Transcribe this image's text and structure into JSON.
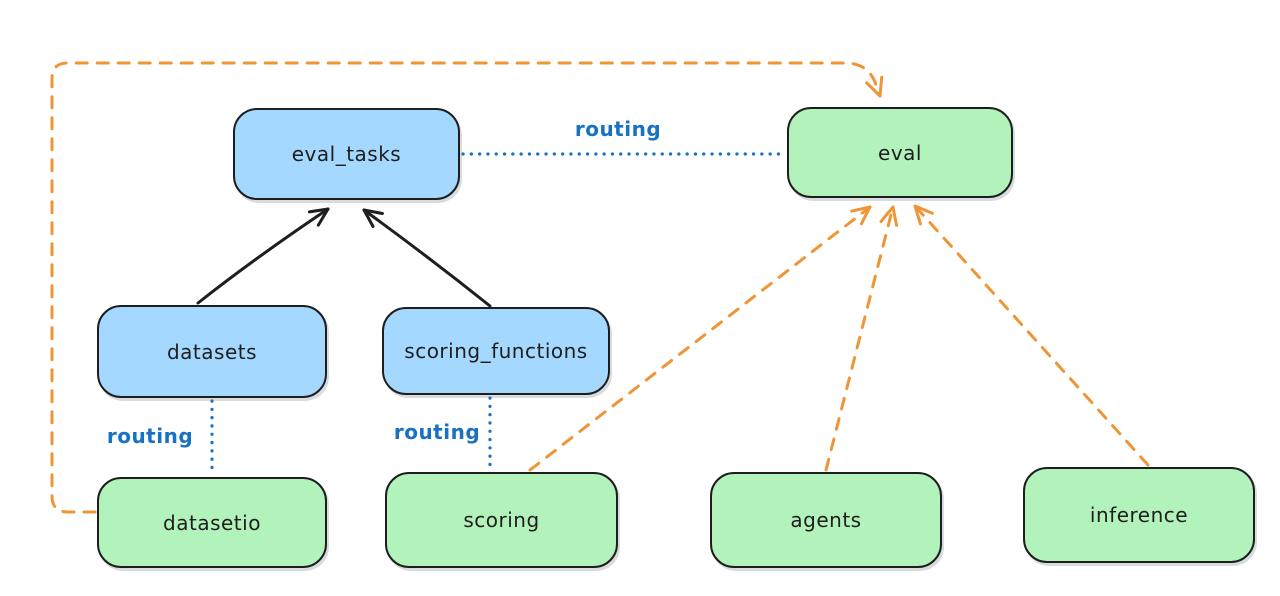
{
  "diagram": {
    "background_color": "#ffffff",
    "colors": {
      "blue_node_fill": "#a5d8ff",
      "green_node_fill": "#b2f2bb",
      "node_stroke": "#1e1e1e",
      "solid_edge": "#1e1e1e",
      "dashed_edge_orange": "#ef9537",
      "dotted_edge_blue": "#1971c2"
    },
    "nodes": [
      {
        "id": "eval_tasks",
        "label": "eval_tasks",
        "fill": "blue"
      },
      {
        "id": "eval",
        "label": "eval",
        "fill": "green"
      },
      {
        "id": "datasets",
        "label": "datasets",
        "fill": "blue"
      },
      {
        "id": "scoring_functions",
        "label": "scoring_functions",
        "fill": "blue"
      },
      {
        "id": "datasetio",
        "label": "datasetio",
        "fill": "green"
      },
      {
        "id": "scoring",
        "label": "scoring",
        "fill": "green"
      },
      {
        "id": "agents",
        "label": "agents",
        "fill": "green"
      },
      {
        "id": "inference",
        "label": "inference",
        "fill": "green"
      }
    ],
    "edges": [
      {
        "from": "datasets",
        "to": "eval_tasks",
        "style": "solid-arrow",
        "color": "black",
        "label": ""
      },
      {
        "from": "scoring_functions",
        "to": "eval_tasks",
        "style": "solid-arrow",
        "color": "black",
        "label": ""
      },
      {
        "from": "eval_tasks",
        "to": "eval",
        "style": "dotted-line",
        "color": "blue",
        "label": "routing"
      },
      {
        "from": "datasets",
        "to": "datasetio",
        "style": "dotted-line",
        "color": "blue",
        "label": "routing"
      },
      {
        "from": "scoring_functions",
        "to": "scoring",
        "style": "dotted-line",
        "color": "blue",
        "label": "routing"
      },
      {
        "from": "datasetio",
        "to": "eval",
        "style": "dashed-arrow",
        "color": "orange",
        "label": ""
      },
      {
        "from": "scoring",
        "to": "eval",
        "style": "dashed-arrow",
        "color": "orange",
        "label": ""
      },
      {
        "from": "agents",
        "to": "eval",
        "style": "dashed-arrow",
        "color": "orange",
        "label": ""
      },
      {
        "from": "inference",
        "to": "eval",
        "style": "dashed-arrow",
        "color": "orange",
        "label": ""
      }
    ],
    "routing_label": "routing"
  }
}
